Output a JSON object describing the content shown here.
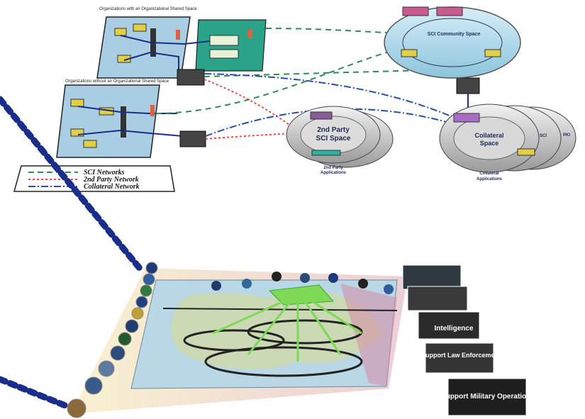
{
  "top_diagram": {
    "org_with_shared_space_label": "Organizations with an Organizational Shared Space",
    "org_without_shared_space_label": "Organizations without an Organizational Shared Space",
    "sci_community_space": "SCI Community Space",
    "second_party_space_line1": "2nd Party",
    "second_party_space_line2": "SCI Space",
    "second_party_apps_line1": "2nd Party",
    "second_party_apps_line2": "Applications",
    "collateral_space_line1": "Collateral",
    "collateral_space_line2": "Space",
    "collateral_sci": "SCI",
    "collateral_pki": "PKI",
    "collateral_apps_line1": "Collateral",
    "collateral_apps_line2": "Applications"
  },
  "legend": {
    "items": [
      {
        "label": "SCI Networks",
        "color": "#2e8b57"
      },
      {
        "label": "2nd Party Network",
        "color": "#e05050"
      },
      {
        "label": "Collateral Network",
        "color": "#2b4fa8"
      }
    ]
  },
  "bottom_panel": {
    "photo_cards": [
      {
        "label": ""
      },
      {
        "label": ""
      },
      {
        "label": "Intelligence"
      },
      {
        "label": "Support Law Enforcement"
      },
      {
        "label": "Support Military Operations"
      }
    ]
  },
  "colors": {
    "sci": "#2e8b57",
    "second_party": "#e05050",
    "collateral": "#2b4fa8",
    "connector": "#1a2d8a"
  }
}
